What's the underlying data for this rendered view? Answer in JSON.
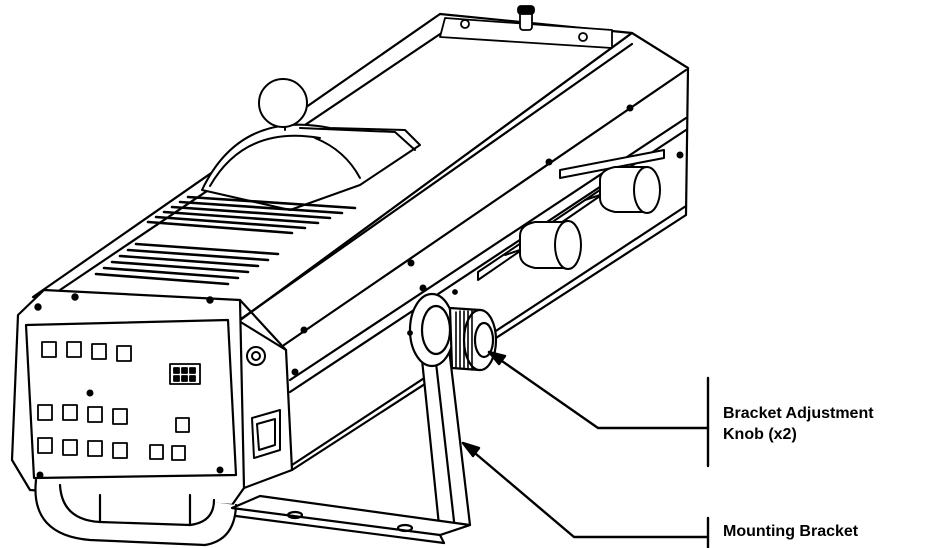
{
  "callouts": {
    "knob": {
      "line1": "Bracket Adjustment",
      "line2": "Knob (x2)"
    },
    "bracket": {
      "line1": "Mounting Bracket"
    }
  },
  "colors": {
    "line": "#000000",
    "background": "#ffffff",
    "shade": "#e6e6e6"
  }
}
